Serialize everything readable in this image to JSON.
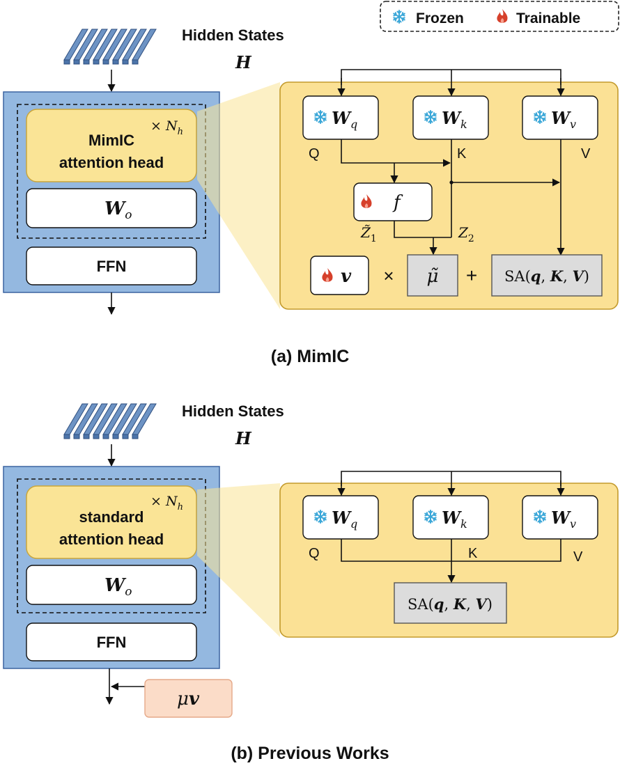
{
  "legend": {
    "frozen": "Frozen",
    "trainable": "Trainable"
  },
  "panel_a": {
    "caption": "(a) MimIC",
    "hidden_states_label": "Hidden States",
    "hidden_states_symbol": "H",
    "head_label_line1": "MimIC",
    "head_label_line2": "attention head",
    "head_repeat": "× N",
    "head_repeat_sub": "h",
    "wo_symbol": "W",
    "wo_sub": "o",
    "ffn_label": "FFN",
    "wq_symbol": "W",
    "wq_sub": "q",
    "wk_symbol": "W",
    "wk_sub": "k",
    "wv_symbol": "W",
    "wv_sub": "v",
    "q_label": "Q",
    "k_label": "K",
    "v_label": "V",
    "f_symbol": "f",
    "z1_label": "Z̃",
    "z1_sub": "1",
    "z2_label": "Z",
    "z2_sub": "2",
    "v_vec": "v",
    "times": "×",
    "mu_tilde": "μ̃",
    "plus": "+",
    "sa_prefix": "SA(",
    "sa_q": "q",
    "sa_comma1": ", ",
    "sa_K": "K",
    "sa_comma2": ", ",
    "sa_V": "V",
    "sa_suffix": ")"
  },
  "panel_b": {
    "caption": "(b) Previous Works",
    "hidden_states_label": "Hidden States",
    "hidden_states_symbol": "H",
    "head_label_line1": "standard",
    "head_label_line2": "attention head",
    "head_repeat": "× N",
    "head_repeat_sub": "h",
    "wo_symbol": "W",
    "wo_sub": "o",
    "ffn_label": "FFN",
    "wq_symbol": "W",
    "wq_sub": "q",
    "wk_symbol": "W",
    "wk_sub": "k",
    "wv_symbol": "W",
    "wv_sub": "v",
    "q_label": "Q",
    "k_label": "K",
    "v_label": "V",
    "sa_prefix": "SA(",
    "sa_q": "q",
    "sa_comma1": ", ",
    "sa_K": "K",
    "sa_comma2": ", ",
    "sa_V": "V",
    "sa_suffix": ")",
    "mu_v_mu": "μ",
    "mu_v_v": "v"
  },
  "colors": {
    "layer_blue": "#94b8e0",
    "layer_border": "#3b63a0",
    "head_yellow": "#fae496",
    "head_border": "#c9a53a",
    "panel_yellow": "#fbe195",
    "panel_border": "#c39a2c",
    "gray_box": "#dcdcdc",
    "mu_v_fill": "#fbdcc8",
    "mu_v_border": "#e5a888",
    "snowflake": "#3ba7d8",
    "flame": "#d6402b"
  },
  "icons": {
    "frozen": "snowflake-icon",
    "trainable": "flame-icon"
  }
}
